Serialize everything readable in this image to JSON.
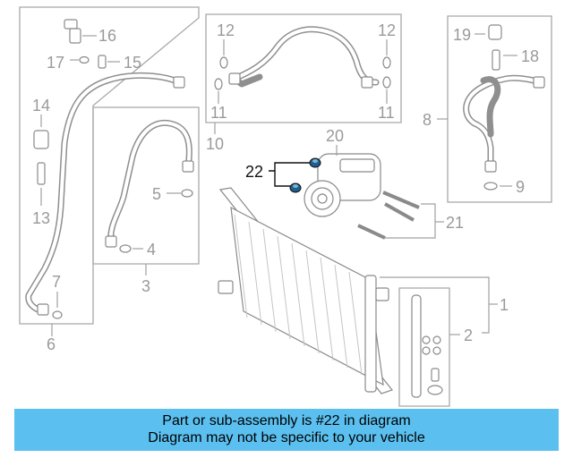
{
  "diagram": {
    "callouts": {
      "c1": "1",
      "c2": "2",
      "c3": "3",
      "c4": "4",
      "c5": "5",
      "c6": "6",
      "c7": "7",
      "c8": "8",
      "c9": "9",
      "c10": "10",
      "c11a": "11",
      "c11b": "11",
      "c12a": "12",
      "c12b": "12",
      "c13": "13",
      "c14": "14",
      "c15": "15",
      "c16": "16",
      "c17": "17",
      "c18": "18",
      "c19": "19",
      "c20": "20",
      "c21": "21",
      "c22": "22"
    },
    "highlighted_part": "22",
    "highlight_color": "#1f5f8f"
  },
  "footer": {
    "line1": "Part or sub-assembly is #22 in diagram",
    "line2": "Diagram may not be specific to your vehicle",
    "background_color": "#5bc0f0"
  }
}
